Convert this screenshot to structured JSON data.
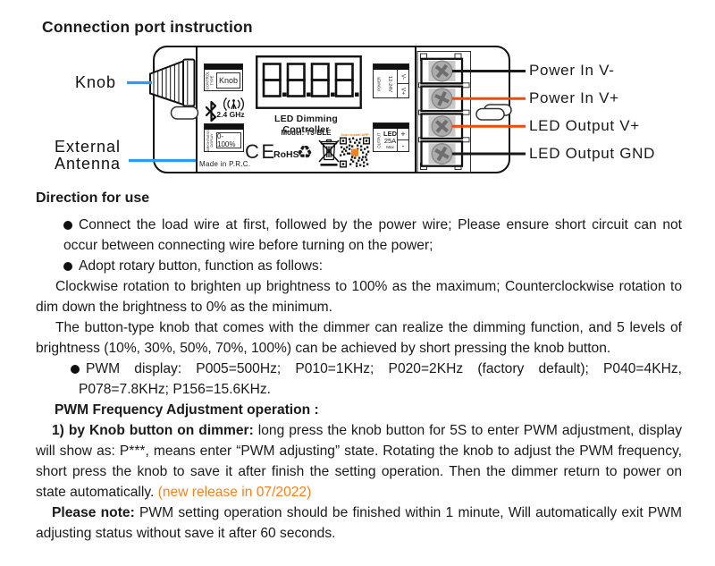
{
  "page_title": "Connection port instruction",
  "diagram": {
    "knob_label": "Knob",
    "antenna_label_line1": "External",
    "antenna_label_line2": "Antenna",
    "ports": [
      {
        "label": "Power In V-",
        "wire": "black"
      },
      {
        "label": "Power In V+",
        "wire": "orange"
      },
      {
        "label": "LED Output V+",
        "wire": "orange"
      },
      {
        "label": "LED Output GND",
        "wire": "black"
      }
    ],
    "control_box": {
      "header_l1": "CONTROL",
      "header_l2": "TYPE",
      "value": "Knob"
    },
    "power_box": {
      "header": "POWER",
      "range": "12-24V",
      "cell_top": "V-",
      "cell_bottom": "V+"
    },
    "brightness_box": {
      "header_l1": "BRIGHTNESS",
      "header_l2": "DISPLAY",
      "value": "0-100%"
    },
    "output_box": {
      "header": "OUTPUT",
      "line1": "LED",
      "line2": "25A",
      "line3": "Max",
      "cell_top": "+",
      "cell_bottom": "-"
    },
    "freq_label": "2.4 GHz",
    "display_value": "8.8.8.8",
    "product_name": "LED Dimming Controller",
    "model": "Model: T3-BLE",
    "ce_mark": "CE",
    "rohs_mark": "RoHS",
    "recycle_glyph": "♻",
    "qr_caption": "Scan install APP",
    "made_in": "Made in P.R.C."
  },
  "direction": {
    "heading": "Direction for use",
    "bullets": [
      "Connect the load wire at first, followed by the power wire; Please ensure short circuit can not occur between connecting wire before turning on the power;",
      "Adopt rotary button, function as follows:",
      "PWM display: P005=500Hz; P010=1KHz; P020=2KHz (factory default); P040=4KHz, P078=7.8KHz; P156=15.6KHz."
    ],
    "para1": "Clockwise rotation to brighten up brightness to 100% as the maximum; Counterclockwise rotation to dim down the brightness to 0% as the minimum.",
    "para2": "The button-type knob that comes with the dimmer can realize the dimming function, and 5 levels of brightness (10%, 30%, 50%, 70%, 100%) can be achieved by short pressing the knob button.",
    "pwm_heading": "PWM Frequency Adjustment operation :",
    "step1_lead": "1) by Knob button on dimmer:",
    "step1_body": " long press the knob button for 5S to enter PWM adjustment, display will show as: P***, means enter “PWM adjusting” state. Rotating the knob to adjust the PWM frequency, short press the knob to save it after finish the setting operation. Then the dimmer return to power on state automatically. ",
    "step1_release": "(new release in 07/2022)",
    "note_lead": "Please note:",
    "note_body": " PWM setting operation should be finished within 1 minute, Will automatically exit PWM adjusting status without save it after 60 seconds."
  },
  "colors": {
    "pointer_line_blue": "#2D9BF0",
    "wire_orange": "#F04A0C",
    "wire_black": "#1A1A1A",
    "release_text_orange": "#F58220"
  }
}
